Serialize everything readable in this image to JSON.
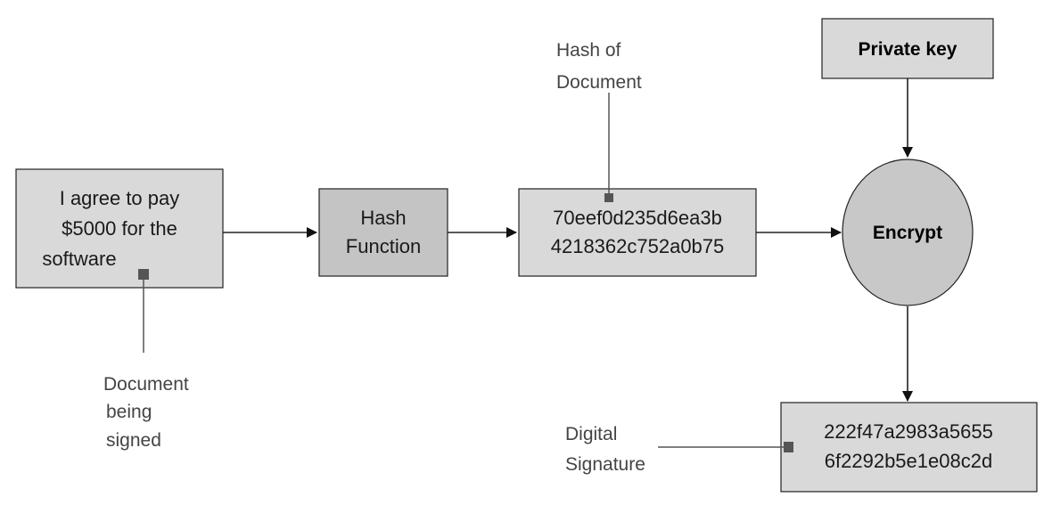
{
  "diagram": {
    "document": {
      "line1": "I agree to pay",
      "line2": "$5000 for the",
      "line3": "software"
    },
    "hash_function": {
      "line1": "Hash",
      "line2": "Function"
    },
    "hash_value": {
      "line1": "70eef0d235d6ea3b",
      "line2": "4218362c752a0b75"
    },
    "private_key": {
      "label": "Private key"
    },
    "encrypt": {
      "label": "Encrypt"
    },
    "signature": {
      "line1": "222f47a2983a5655",
      "line2": "6f2292b5e1e08c2d"
    },
    "callouts": {
      "hash_of_document": {
        "line1": "Hash of",
        "line2": "Document"
      },
      "document_being_signed": {
        "line1": "Document",
        "line2": "being",
        "line3": "signed"
      },
      "digital_signature": {
        "line1": "Digital",
        "line2": "Signature"
      }
    },
    "colors": {
      "box_light": "#d9d9d9",
      "box_dark": "#c4c4c4",
      "ellipse_fill": "#c8c8c8",
      "stroke": "#222222",
      "callout_line": "#555555",
      "callout_marker": "#555555"
    }
  }
}
